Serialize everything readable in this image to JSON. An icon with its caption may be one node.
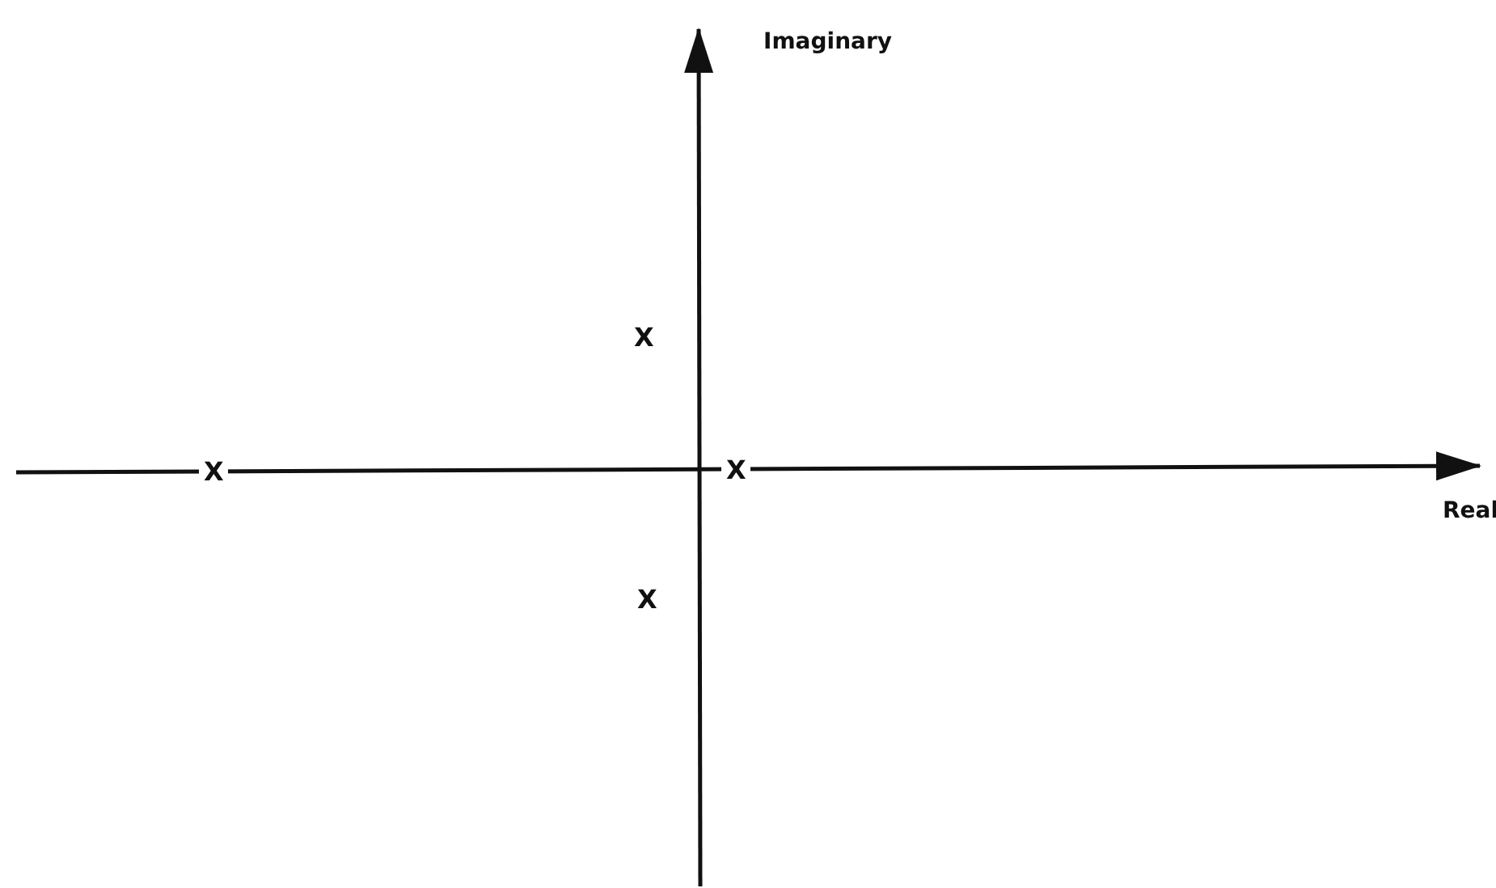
{
  "diagram": {
    "labels": [
      "Imaginary",
      "X",
      "X",
      "X",
      "X",
      "Real"
    ]
  }
}
